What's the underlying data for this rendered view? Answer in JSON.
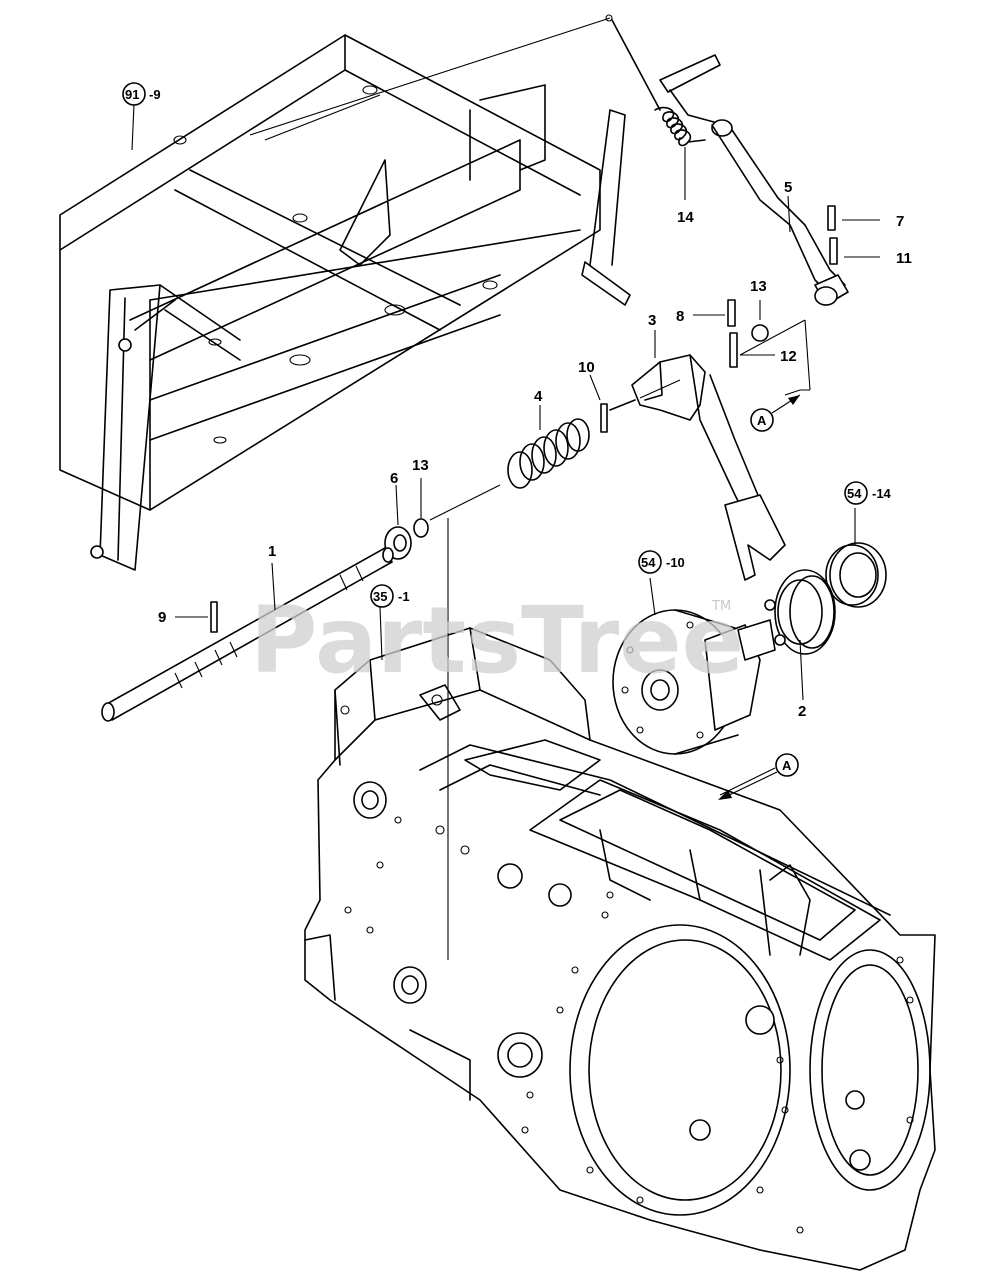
{
  "watermark": {
    "text": "PartsTree",
    "tm": "TM"
  },
  "labels": {
    "l1": "1",
    "l2": "2",
    "l3": "3",
    "l4": "4",
    "l5": "5",
    "l6": "6",
    "l7": "7",
    "l8": "8",
    "l9": "9",
    "l10": "10",
    "l11": "11",
    "l12": "12",
    "l13a": "13",
    "l13b": "13",
    "l14": "14"
  },
  "refs": {
    "r91": {
      "num": "91",
      "suffix": "-9"
    },
    "r35": {
      "num": "35",
      "suffix": "-1"
    },
    "r54a": {
      "num": "54",
      "suffix": "-10"
    },
    "r54b": {
      "num": "54",
      "suffix": "-14"
    }
  },
  "markers": {
    "a1": "A",
    "a2": "A"
  }
}
